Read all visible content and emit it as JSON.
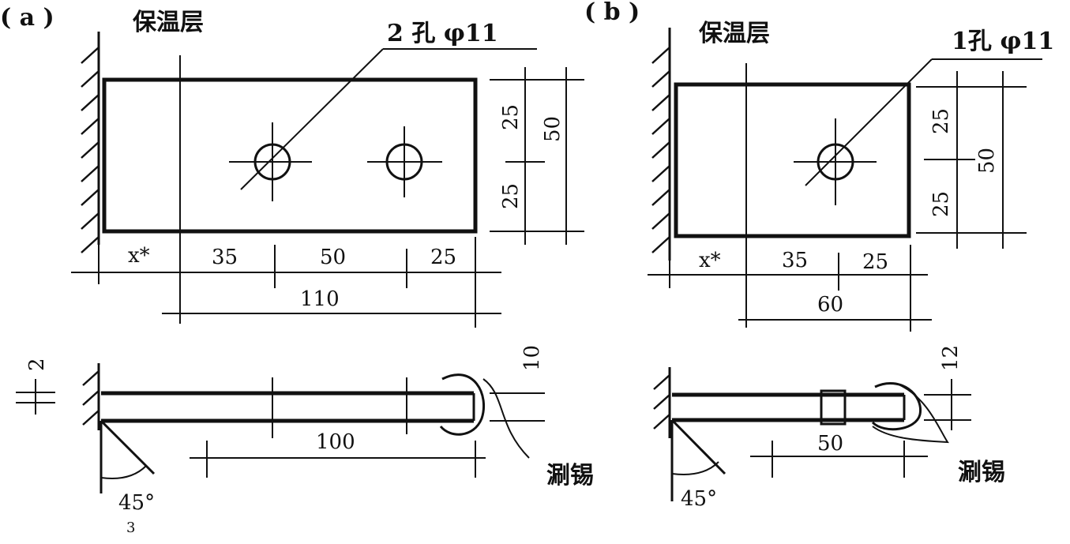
{
  "panel_a": {
    "tag": "( a )",
    "insulation_label": "保温层",
    "hole_note": "2 孔 φ11",
    "dims": {
      "height_upper": "25",
      "height_lower": "25",
      "height_total": "50",
      "x_offset": "x*",
      "seg1": "35",
      "seg2": "50",
      "seg3": "25",
      "overall": "110",
      "thickness": "2",
      "bead": "10",
      "weld_len": "100",
      "angle": "45°",
      "angle_sub": "3"
    },
    "tin_label": "涮锡"
  },
  "panel_b": {
    "tag": "( b )",
    "insulation_label": "保温层",
    "hole_note": "1孔 φ11",
    "dims": {
      "height_upper": "25",
      "height_lower": "25",
      "height_total": "50",
      "x_offset": "x*",
      "seg1": "35",
      "seg2": "25",
      "overall": "60",
      "bead": "12",
      "weld_len": "50",
      "angle": "45°"
    },
    "tin_label": "涮锡"
  }
}
